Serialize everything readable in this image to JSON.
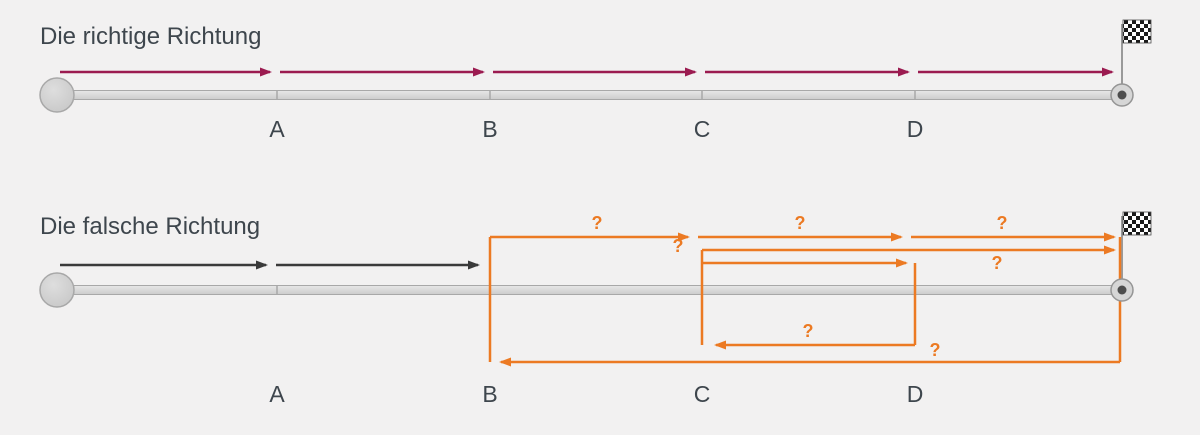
{
  "colors": {
    "bg": "#f2f1f1",
    "title": "#3e464d",
    "label": "#3e464d",
    "correct": "#9b1b50",
    "neutral": "#3a3a3a",
    "wrong": "#ec7a23",
    "track_fill": "#d9d9d9",
    "track_stroke": "#a8a8a8",
    "flag_dark": "#1a1a1a"
  },
  "top": {
    "title": "Die richtige Richtung",
    "markers": [
      "A",
      "B",
      "C",
      "D"
    ]
  },
  "bottom": {
    "title": "Die falsche Richtung",
    "markers": [
      "A",
      "B",
      "C",
      "D"
    ],
    "question_marks": [
      "?",
      "?",
      "?",
      "?",
      "?",
      "?",
      "?"
    ]
  }
}
